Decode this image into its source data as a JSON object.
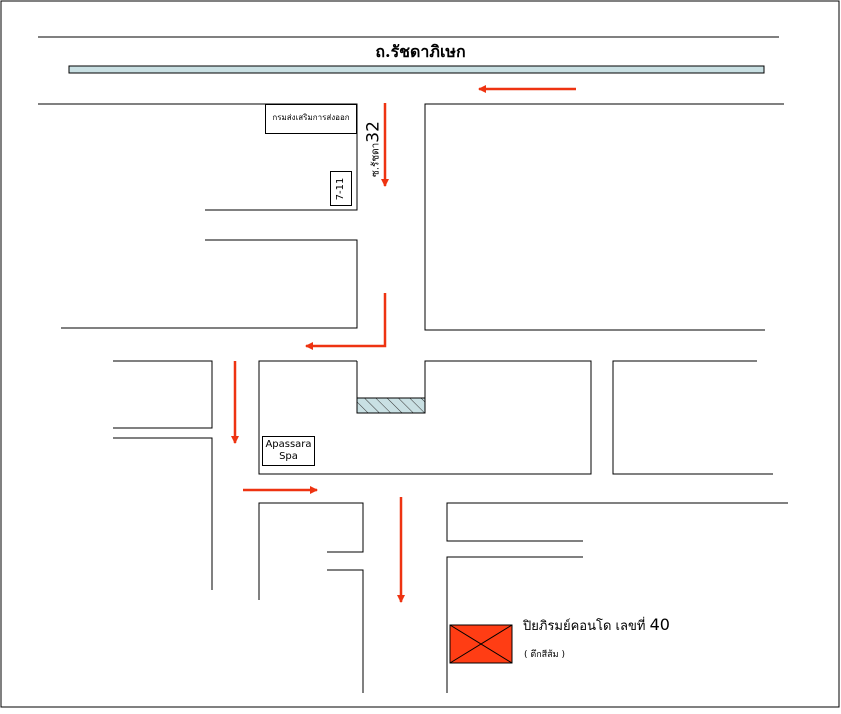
{
  "map": {
    "main_road_label": "ถ.รัชดาภิเษก",
    "soi_label_prefix": "ซ.รัชดา",
    "soi_label_number": "32",
    "export_dept_label": "กรมส่งเสริมการส่งออก",
    "seven_eleven_label": "7-11",
    "spa_label_line1": "Apassara",
    "spa_label_line2": "Spa",
    "condo_label": "ปิยภิรมย์คอนโด เลขที่",
    "condo_number": "40",
    "condo_sublabel": "( ตึกสีส้ม )"
  },
  "colors": {
    "route_arrow": "#ee3311",
    "main_road_fill": "#c9e0e3",
    "destination_fill": "#ff3d14",
    "hatch_fill": "#c9e0e3",
    "line": "#000000"
  }
}
